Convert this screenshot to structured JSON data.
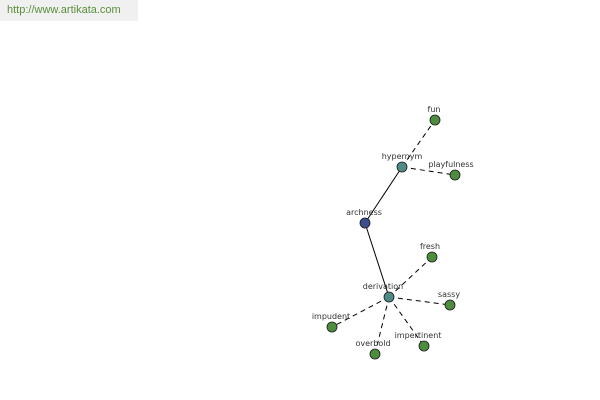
{
  "banner": {
    "url_text": "http://www.artikata.com"
  },
  "colors": {
    "root": "#3d4f8c",
    "relation": "#4f8a86",
    "leaf": "#4e8c3e",
    "edge": "#000000",
    "banner_text": "#5a8f3c"
  },
  "graph": {
    "nodes": [
      {
        "id": "archness",
        "label": "archness",
        "kind": "root"
      },
      {
        "id": "hypernym",
        "label": "hypernym",
        "kind": "relation"
      },
      {
        "id": "derivation",
        "label": "derivation",
        "kind": "relation"
      },
      {
        "id": "fun",
        "label": "fun",
        "kind": "leaf"
      },
      {
        "id": "playfulness",
        "label": "playfulness",
        "kind": "leaf"
      },
      {
        "id": "fresh",
        "label": "fresh",
        "kind": "leaf"
      },
      {
        "id": "sassy",
        "label": "sassy",
        "kind": "leaf"
      },
      {
        "id": "impudent",
        "label": "impudent",
        "kind": "leaf"
      },
      {
        "id": "overbold",
        "label": "overbold",
        "kind": "leaf"
      },
      {
        "id": "impertinent",
        "label": "impertinent",
        "kind": "leaf"
      }
    ],
    "edges": [
      {
        "from": "archness",
        "to": "hypernym",
        "style": "solid"
      },
      {
        "from": "archness",
        "to": "derivation",
        "style": "solid"
      },
      {
        "from": "hypernym",
        "to": "fun",
        "style": "dashed"
      },
      {
        "from": "hypernym",
        "to": "playfulness",
        "style": "dashed"
      },
      {
        "from": "derivation",
        "to": "fresh",
        "style": "dashed"
      },
      {
        "from": "derivation",
        "to": "sassy",
        "style": "dashed"
      },
      {
        "from": "derivation",
        "to": "impudent",
        "style": "dashed"
      },
      {
        "from": "derivation",
        "to": "overbold",
        "style": "dashed"
      },
      {
        "from": "derivation",
        "to": "impertinent",
        "style": "dashed"
      }
    ]
  }
}
